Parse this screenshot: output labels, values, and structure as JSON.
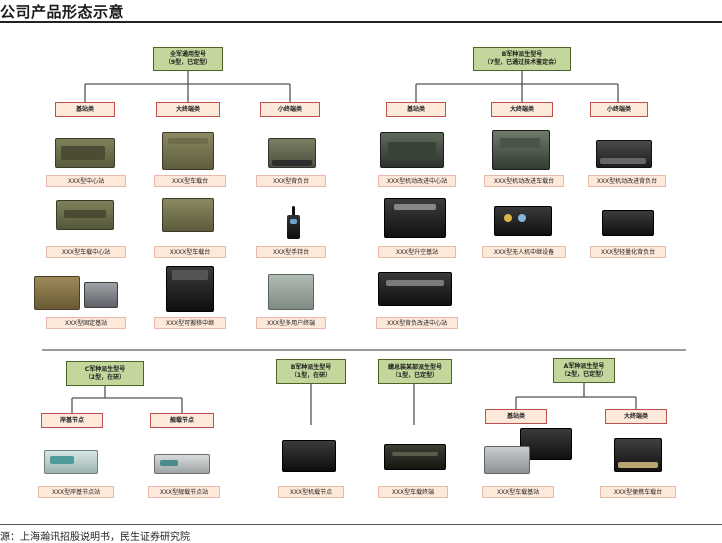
{
  "header": {
    "title": "公司产品形态示意",
    "source": "源：上海瀚讯招股说明书，民生证券研究院"
  },
  "groups": {
    "g1": {
      "name": "全军通用型号",
      "sub": "（9型，已定型）"
    },
    "g2": {
      "name": "B军种派生型号",
      "sub": "（7型，已通过技术鉴定会）"
    },
    "g3": {
      "name": "C军种派生型号",
      "sub": "（2型，在研）"
    },
    "g4": {
      "name": "B军种派生型号",
      "sub": "（1型，在研）"
    },
    "g5": {
      "name": "總总装某部派生型号",
      "sub": "（1型，已定型）"
    },
    "g6": {
      "name": "A军种派生型号",
      "sub": "（2型，已定型）"
    }
  },
  "categories": {
    "c1": "基站类",
    "c2": "大终端类",
    "c3": "小终端类",
    "c4": "基站类",
    "c5": "大终端类",
    "c6": "小终端类",
    "c7": "岸基节点",
    "c8": "舰载节点",
    "c9": "基站类",
    "c10": "大终端类"
  },
  "products": {
    "p1": "XXX型中心站",
    "p2": "XXX型车载中心站",
    "p3": "XXX型固定基站",
    "p4": "XXX型车载台",
    "p5": "XXXX型车载台",
    "p6": "XXX型可搬移中继",
    "p7": "XXX型背负台",
    "p8": "XXX型手持台",
    "p9": "XXX型多用户终端",
    "p10": "XXX型机动改进中心站",
    "p11": "XXX型升空基站",
    "p12": "XXX型背负改进中心站",
    "p13": "XXX型机动改进车载台",
    "p14": "XXX型无人机中继设备",
    "p15": "XXX型机动改进背负台",
    "p16": "XXX型轻量化背负台",
    "p17": "XXX型岸基节点站",
    "p18": "XXX型舰载节点站",
    "p19": "XXX型机载节点",
    "p20": "XXX型车载终端",
    "p21": "XXX型车载基站",
    "p22": "XXX型便携车载台"
  },
  "icons": {
    "equipment": "electronic-equipment-icon",
    "radio": "handheld-radio-icon"
  },
  "colors": {
    "group_fill": "#c3d69b",
    "category_fill": "#fde9d9",
    "category_border": "#c0504d",
    "connector": "#555555"
  }
}
